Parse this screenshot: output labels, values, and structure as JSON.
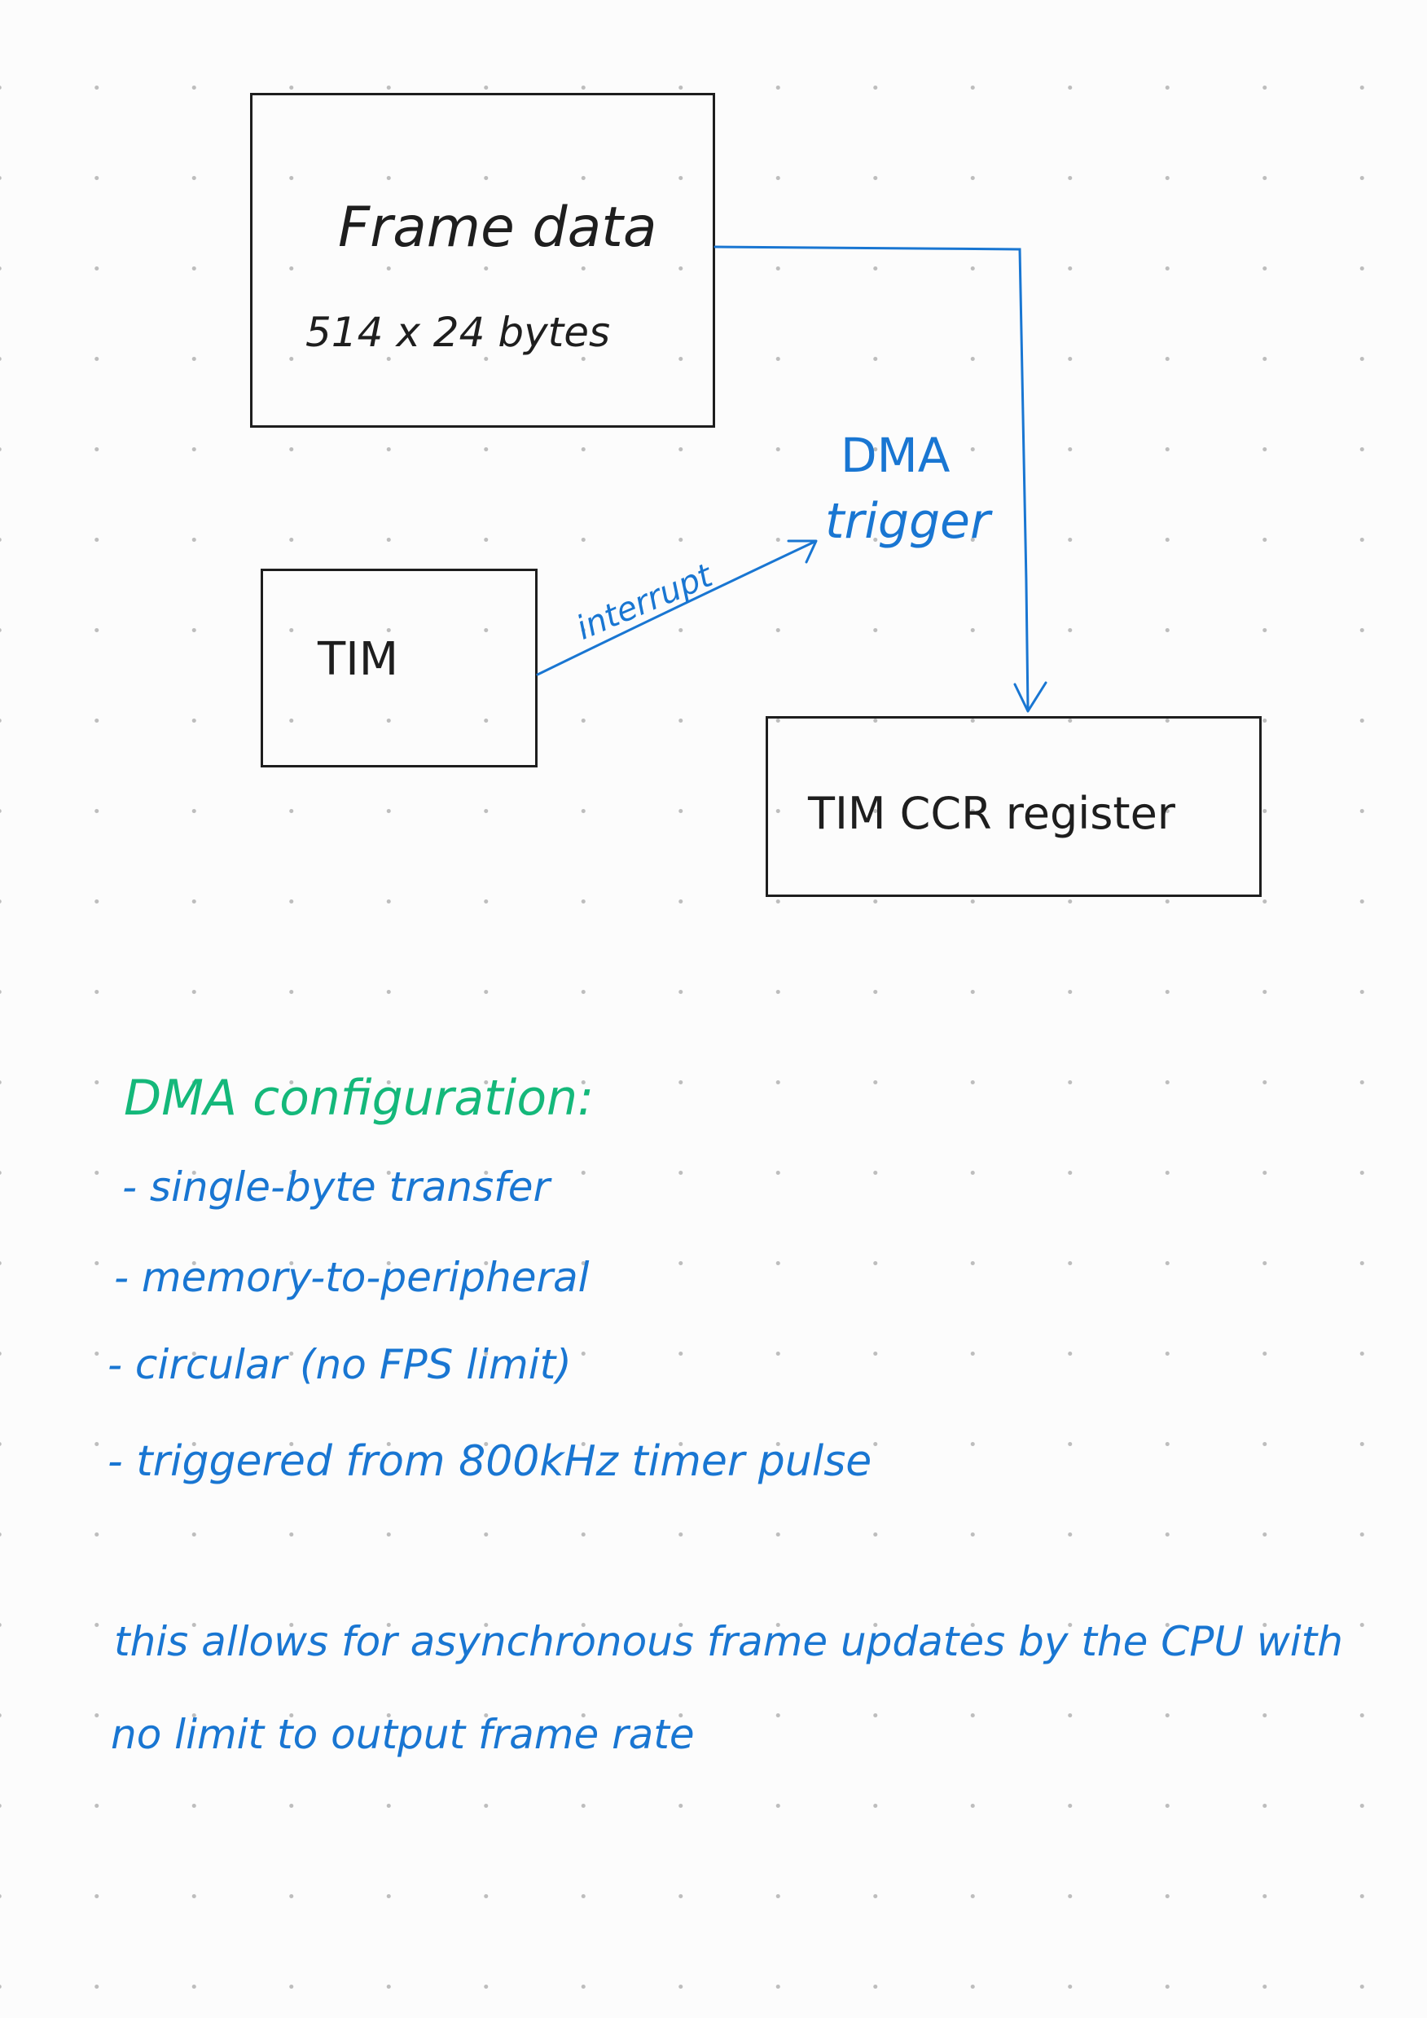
{
  "diagram": {
    "frame_data_box": {
      "title": "Frame data",
      "size": "514 x 24 bytes"
    },
    "tim_box": {
      "label": "TIM"
    },
    "ccr_box": {
      "label": "TIM CCR register"
    },
    "interrupt_label": "interrupt",
    "dma_trigger_label": [
      "DMA",
      "trigger"
    ]
  },
  "notes": {
    "heading": "DMA configuration:",
    "items": [
      "- single-byte transfer",
      "- memory-to-peripheral",
      "- circular (no FPS limit)",
      "- triggered from 800kHz timer pulse"
    ],
    "summary": [
      "this allows for asynchronous frame updates by the CPU with",
      "no limit to output frame rate"
    ]
  },
  "colors": {
    "black_ink": "#1e1e1e",
    "blue_ink": "#1976d2",
    "green_ink": "#14b87a"
  }
}
